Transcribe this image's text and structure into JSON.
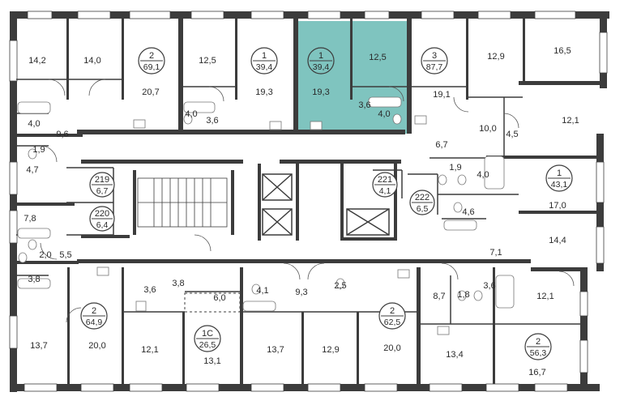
{
  "colors": {
    "highlight": "#7fc4bf",
    "wall": "#3c3c3c",
    "background": "#ffffff"
  },
  "apartments": [
    {
      "id": "a1",
      "rooms": "2",
      "area": "69,1",
      "highlighted": false
    },
    {
      "id": "a2",
      "rooms": "1",
      "area": "39,4",
      "highlighted": false
    },
    {
      "id": "a3",
      "rooms": "1",
      "area": "39,4",
      "highlighted": true
    },
    {
      "id": "a4",
      "rooms": "3",
      "area": "87,7",
      "highlighted": false
    },
    {
      "id": "a5",
      "rooms": "1",
      "area": "43,1",
      "highlighted": false
    },
    {
      "id": "a6",
      "rooms": "2",
      "area": "64,9",
      "highlighted": false
    },
    {
      "id": "a7",
      "rooms": "1С",
      "area": "26,5",
      "highlighted": false
    },
    {
      "id": "a8",
      "rooms": "2",
      "area": "62,5",
      "highlighted": false
    },
    {
      "id": "a9",
      "rooms": "2",
      "area": "56,3",
      "highlighted": false
    }
  ],
  "service_rooms": [
    {
      "number": "219",
      "area": "6,7"
    },
    {
      "number": "220",
      "area": "6,4"
    },
    {
      "number": "221",
      "area": "4,1"
    },
    {
      "number": "222",
      "area": "6,5"
    }
  ],
  "rooms": [
    "14,2",
    "14,0",
    "20,7",
    "12,5",
    "19,3",
    "19,3",
    "12,5",
    "19,1",
    "12,9",
    "16,5",
    "4,0",
    "9,6",
    "1,9",
    "4,0",
    "3,6",
    "3,6",
    "4,0",
    "10,0",
    "4,5",
    "12,1",
    "6,7",
    "1,9",
    "4,0",
    "4,7",
    "17,0",
    "7,8",
    "4,6",
    "14,4",
    "2,0",
    "5,5",
    "3,8",
    "7,1",
    "3,6",
    "3,8",
    "6,0",
    "4,1",
    "9,3",
    "2,5",
    "8,7",
    "1,8",
    "3,6",
    "12,1",
    "13,7",
    "20,0",
    "12,1",
    "13,1",
    "13,7",
    "12,9",
    "20,0",
    "13,4",
    "16,7"
  ]
}
